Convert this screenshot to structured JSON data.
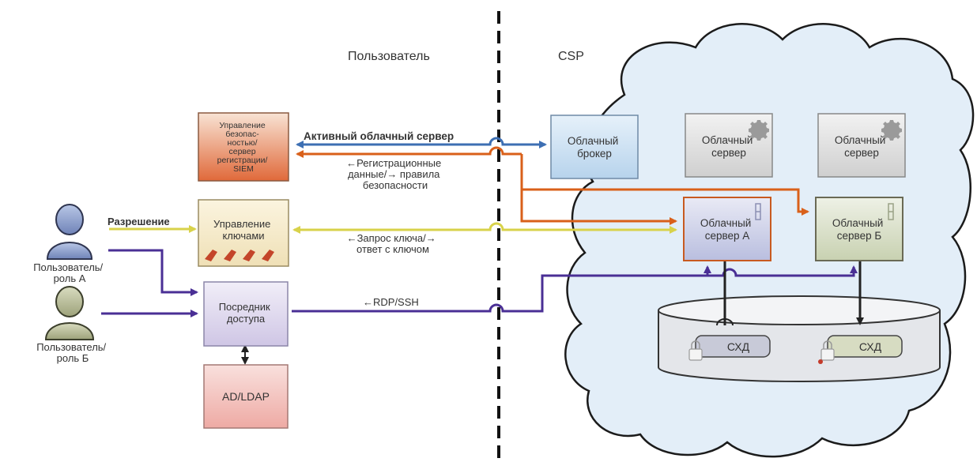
{
  "zones": {
    "user": "Пользователь",
    "csp": "CSP"
  },
  "boxes": {
    "security": [
      "Управление",
      "безопас-",
      "ностью/",
      "сервер",
      "регистрации/",
      "SIEM"
    ],
    "keys": [
      "Управление",
      "ключами"
    ],
    "access": [
      "Посредник",
      "доступа"
    ],
    "ldap": [
      "AD/LDAP"
    ],
    "broker": [
      "Облачный",
      "брокер"
    ],
    "server_top1": [
      "Облачный",
      "сервер"
    ],
    "server_top2": [
      "Облачный",
      "сервер"
    ],
    "server_a": [
      "Облачный",
      "сервер А"
    ],
    "server_b": [
      "Облачный",
      "сервер Б"
    ]
  },
  "storage": {
    "a": "СХД",
    "b": "СХД"
  },
  "users": {
    "a": [
      "Пользователь/",
      "роль А"
    ],
    "b": [
      "Пользователь/",
      "роль Б"
    ]
  },
  "arrows": {
    "active_server": "Активный облачный сервер",
    "registration": [
      "←Регистрационные",
      "данные/→ правила",
      "безопасности"
    ],
    "permission": "Разрешение",
    "key_request": [
      "←Запрос ключа/→",
      "ответ с ключом"
    ],
    "rdp": "←RDP/SSH"
  },
  "colors": {
    "blue_line": "#3d6fb3",
    "orange_line": "#d9601a",
    "yellow_line": "#d8d24a",
    "purple_line": "#4a2f95",
    "cloud_fill": "#e3eef8",
    "security_box": "#e0693a",
    "keys_box": "#f2e6c3",
    "access_box": "#d9d3ea",
    "ldap_box": "#f0b8b4",
    "broker_box": "#c5dcef",
    "server_gray": "#dadada",
    "server_a": "#cfd2e9",
    "server_b": "#d9dfc9"
  }
}
